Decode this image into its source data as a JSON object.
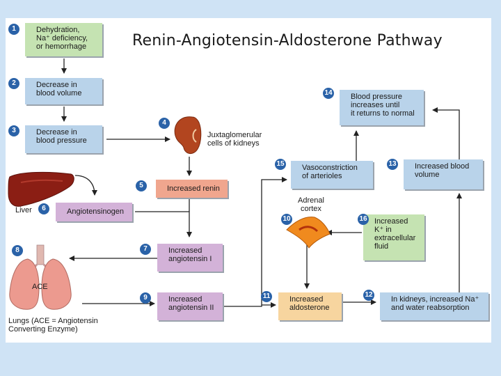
{
  "title": "Renin-Angiotensin-Aldosterone Pathway",
  "steps": {
    "s1": {
      "num": "1",
      "text": "Dehydration,\nNa⁺ deficiency,\nor hemorrhage"
    },
    "s2": {
      "num": "2",
      "text": "Decrease in\nblood volume"
    },
    "s3": {
      "num": "3",
      "text": "Decrease in\nblood pressure"
    },
    "s4": {
      "num": "4",
      "text": "Juxtaglomerular\ncells of kidneys"
    },
    "s5": {
      "num": "5",
      "text": "Increased renin"
    },
    "s6": {
      "num": "6",
      "text": "Angiotensinogen"
    },
    "s7": {
      "num": "7",
      "text": "Increased\nangiotensin I"
    },
    "s8": {
      "num": "8"
    },
    "s9": {
      "num": "9",
      "text": "Increased\nangiotensin II"
    },
    "s10": {
      "num": "10",
      "text": "Adrenal\ncortex"
    },
    "s11": {
      "num": "11",
      "text": "Increased\naldosterone"
    },
    "s12": {
      "num": "12",
      "text": "In kidneys, increased Na⁺\nand water reabsorption"
    },
    "s13": {
      "num": "13",
      "text": "Increased blood\nvolume"
    },
    "s14": {
      "num": "14",
      "text": "Blood pressure\nincreases until\nit returns to normal"
    },
    "s15": {
      "num": "15",
      "text": "Vasoconstriction\nof arterioles"
    },
    "s16": {
      "num": "16",
      "text": "Increased\nK⁺ in\nextracellular\nfluid"
    }
  },
  "labels": {
    "liver": "Liver",
    "ace": "ACE",
    "lungs": "Lungs (ACE = Angiotensin\nConverting Enzyme)"
  },
  "colors": {
    "green": "#c5e3b2",
    "blue": "#b9d3ea",
    "red": "#f0a68e",
    "purple": "#d3b2d8",
    "orange": "#f7d59f",
    "number_badge": "#2a62a8"
  }
}
